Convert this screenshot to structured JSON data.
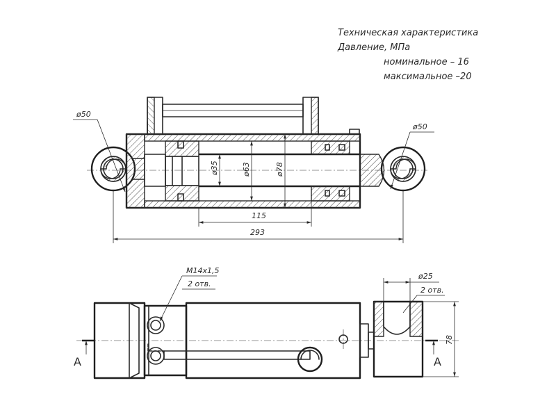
{
  "spec": {
    "title": "Техническая характеристика",
    "pressure": "Давление, МПа",
    "nominal": "номинальное – 16",
    "maximal": "максимальное –20"
  },
  "dimensions": {
    "eye_left_dia": "ø50",
    "eye_right_dia": "ø50",
    "rod_dia": "ø35",
    "piston_dia": "ø63",
    "barrel_dia": "ø78",
    "stroke": "115",
    "overall_length": "293",
    "port_thread": "M14x1,5",
    "port_count": "2 отв.",
    "pin_hole_dia": "ø25",
    "pin_hole_count": "2 отв.",
    "height": "78"
  },
  "section": {
    "left_label": "A",
    "right_label": "A"
  }
}
